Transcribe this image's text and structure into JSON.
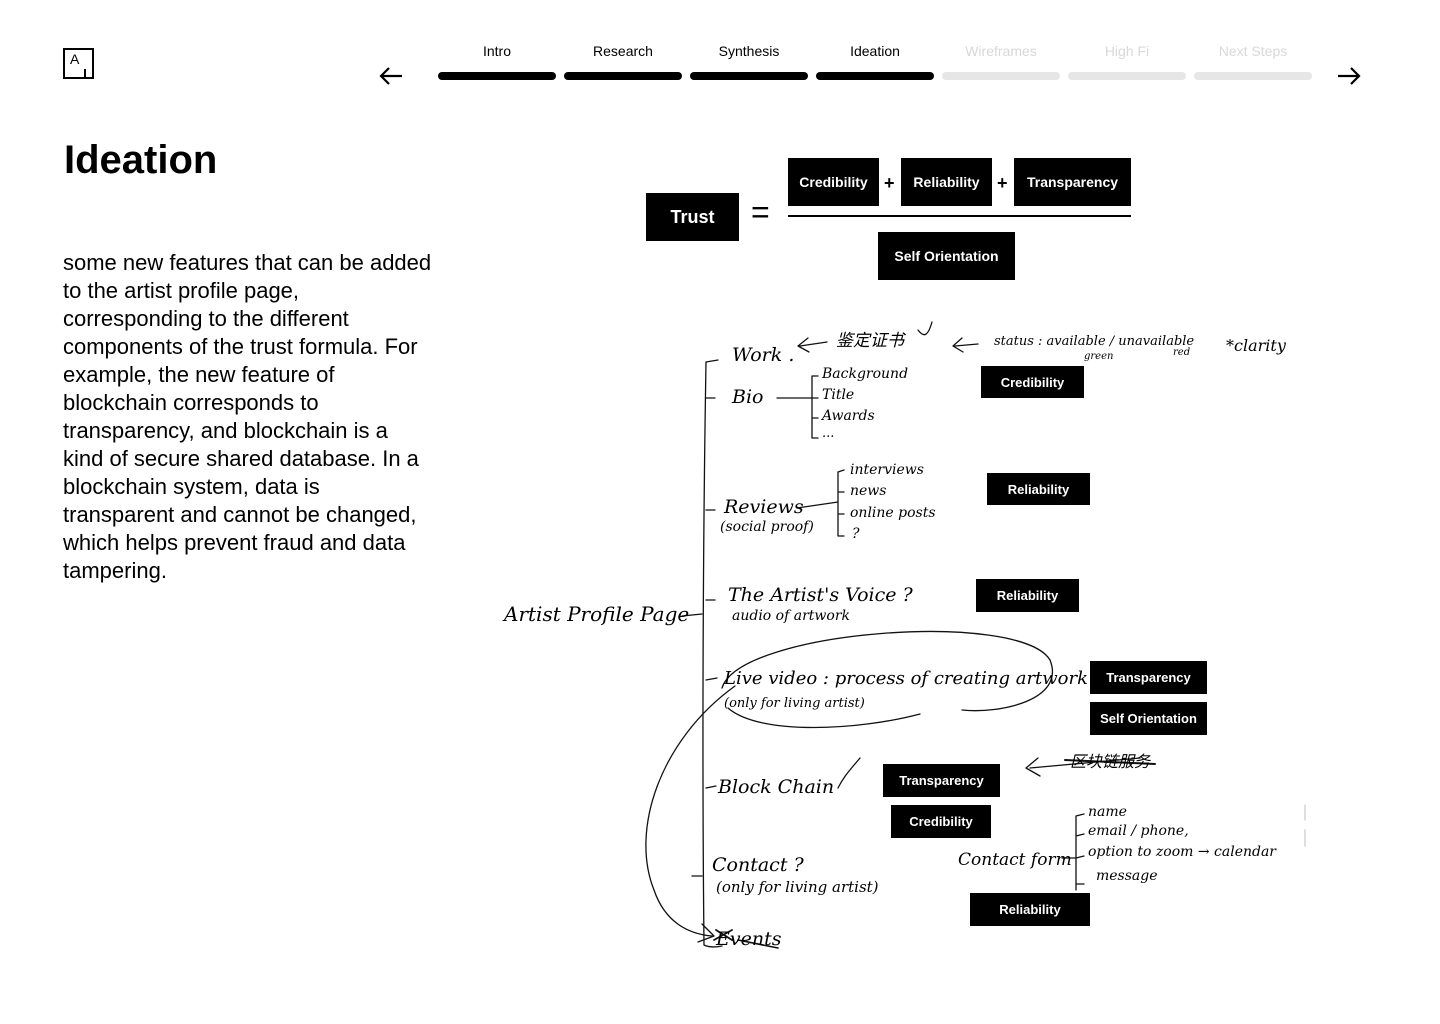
{
  "nav": {
    "logo_letter": "A",
    "steps": [
      {
        "label": "Intro",
        "active": true
      },
      {
        "label": "Research",
        "active": true
      },
      {
        "label": "Synthesis",
        "active": true
      },
      {
        "label": "Ideation",
        "active": true
      },
      {
        "label": "Wireframes",
        "active": false
      },
      {
        "label": "High Fi",
        "active": false
      },
      {
        "label": "Next Steps",
        "active": false
      }
    ],
    "prev_icon": "arrow-left-icon",
    "next_icon": "arrow-right-icon"
  },
  "page": {
    "title": "Ideation",
    "description": "some new features that can be added to the artist profile page, corresponding to the different components of the trust formula. For example, the new feature of blockchain corresponds to transparency, and blockchain is a kind of secure shared database. In a blockchain system, data is transparent and cannot be changed, which helps prevent fraud and data tampering."
  },
  "formula": {
    "trust": "Trust",
    "equals": "=",
    "numerator": [
      "Credibility",
      "Reliability",
      "Transparency"
    ],
    "plus": "+",
    "denominator": "Self Orientation"
  },
  "sketch": {
    "root": "Artist Profile Page",
    "work": "Work .",
    "work_cn": "鉴定证书",
    "status": "status : available / unavailable",
    "status_green": "green",
    "status_red": "red",
    "clarity": "*clarity",
    "bio": "Bio",
    "bio_items": [
      "Background",
      "Title",
      "Awards",
      "..."
    ],
    "reviews": "Reviews",
    "reviews_sub": "(social proof)",
    "review_items": [
      "interviews",
      "news",
      "online posts",
      "?"
    ],
    "voice": "The Artist's Voice ?",
    "voice_sub": "audio of artwork",
    "live": "Live video : process of creating artwork",
    "live_sub": "(only for living artist)",
    "blockchain": "Block Chain",
    "blockchain_cn": "区块链服务",
    "contact": "Contact ?",
    "contact_sub": "(only for living artist)",
    "contact_form": "Contact form",
    "form_items": [
      "name",
      "email / phone,",
      "option to zoom → calendar",
      "message"
    ],
    "events": "Events",
    "tags": {
      "work": "Credibility",
      "reviews": "Reliability",
      "voice": "Reliability",
      "live_1": "Transparency",
      "live_2": "Self Orientation",
      "block_1": "Transparency",
      "block_2": "Credibility",
      "contact": "Reliability"
    }
  }
}
